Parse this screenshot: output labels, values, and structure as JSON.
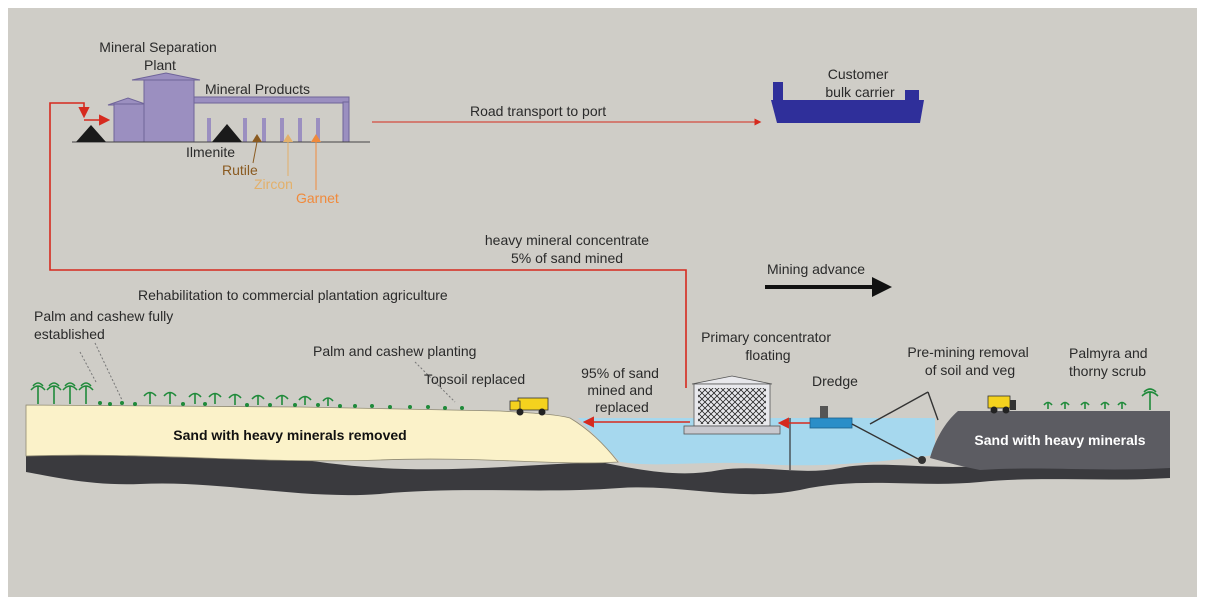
{
  "colors": {
    "background": "#cfcdc7",
    "red_flow": "#d62a1e",
    "plant": "#9b8fc0",
    "plant_stroke": "#6f6499",
    "ship": "#2f2f9a",
    "water": "#a6d8ee",
    "sand_tailings": "#fbf2c9",
    "sand_ore": "#5c5c62",
    "bedrock": "#3a3a3e",
    "vegetation": "#1f8a3a",
    "truck": "#f4d21e",
    "ilmenite": "#1a1a1a",
    "rutile": "#8a5a20",
    "zircon": "#e3b06a",
    "garnet": "#f08a3c"
  },
  "labels": {
    "mineral_separation_plant": "Mineral Separation Plant",
    "mineral_products": "Mineral Products",
    "ilmenite": "Ilmenite",
    "rutile": "Rutile",
    "zircon": "Zircon",
    "garnet": "Garnet",
    "road_transport": "Road transport to port",
    "customer_bulk_carrier": "Customer bulk carrier",
    "heavy_mineral_concentrate": "heavy mineral concentrate",
    "five_percent": "5% of sand mined",
    "mining_advance": "Mining advance",
    "rehabilitation": "Rehabilitation to commercial plantation agriculture",
    "palm_cashew_established": "Palm and cashew fully established",
    "palm_cashew_planting": "Palm and cashew planting",
    "topsoil_replaced": "Topsoil replaced",
    "ninety_five_percent": "95% of sand mined and replaced",
    "primary_concentrator": "Primary concentrator floating",
    "dredge": "Dredge",
    "pre_mining_removal": "Pre-mining removal of soil and veg",
    "palmyra": "Palmyra and thorny scrub",
    "sand_removed": "Sand with heavy minerals removed",
    "sand_with_minerals": "Sand with heavy minerals"
  }
}
